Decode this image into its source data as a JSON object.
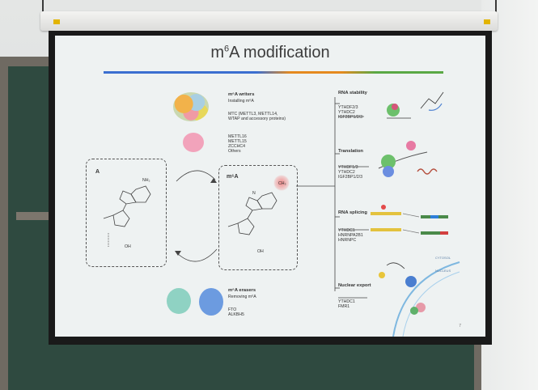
{
  "slide": {
    "title_base": "m",
    "title_sup": "6",
    "title_rest": "A modification",
    "writers_head": "m⁶A writers",
    "writers_sub": "Installing m⁶A",
    "writers_list": [
      "MTC (METTL3, METTL14,",
      "WTAP and accessory proteins)",
      "METTL16",
      "METTL15",
      "ZCCHC4",
      "Others"
    ],
    "box_a_label": "A",
    "box_m6a_label": "m⁶A",
    "nh2": "NH₂",
    "ch3": "CH₃",
    "oh": "OH",
    "erasers_head": "m⁶A erasers",
    "erasers_sub": "Removing m⁶A",
    "erasers_list": [
      "FTO",
      "ALKBH5"
    ],
    "func_stability": "RNA stability",
    "func_stability_list": [
      "YTHDF2/3",
      "YTHDC2",
      "IGF2BP1/2/3"
    ],
    "func_translation": "Translation",
    "func_translation_list": [
      "YTHDF1/3",
      "YTHDC2",
      "IGF2BP1/2/3"
    ],
    "func_splicing": "RNA splicing",
    "func_splicing_list": [
      "YTHDC1",
      "HNRNPA2B1",
      "HNRNPC"
    ],
    "func_export": "Nuclear export",
    "func_export_list": [
      "YTHDC1",
      "FMR1"
    ],
    "cytosol": "CYTOSOL",
    "nucleus": "NUCLEUS",
    "page_number": "7"
  },
  "colors": {
    "rule_blue": "#3b6fd0",
    "rule_orange": "#e58a1f",
    "rule_green": "#5aa845",
    "board": "#2f4a40"
  }
}
